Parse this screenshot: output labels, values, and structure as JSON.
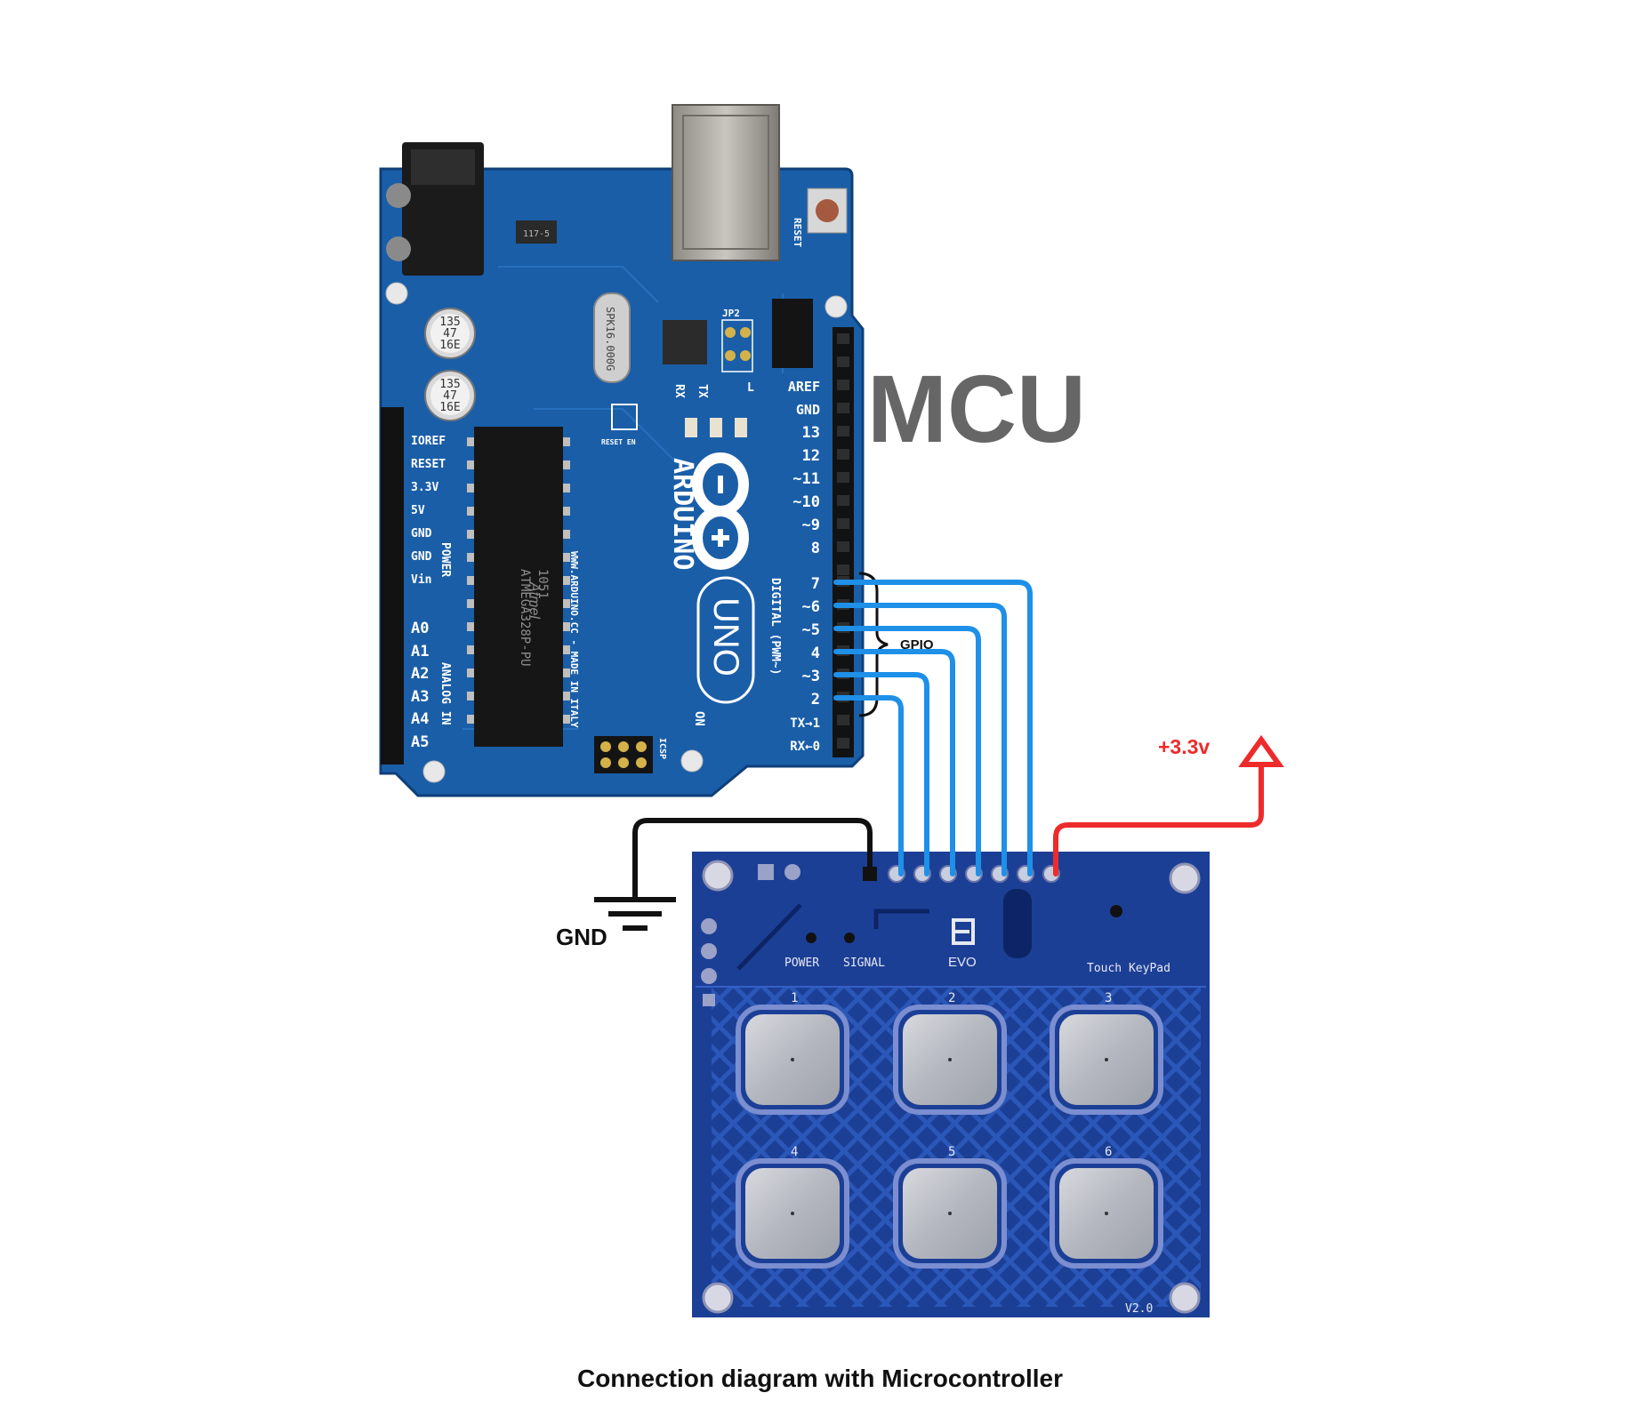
{
  "diagram": {
    "mcu_label": "MCU",
    "caption": "Connection diagram with Microcontroller",
    "gpio_label": "GPIO",
    "vcc_label": "+3.3v",
    "gnd_label": "GND",
    "colors": {
      "gpio_wire": "#1e90e8",
      "vcc_wire": "#ee2b2b",
      "gnd_wire": "#111111",
      "board_blue": "#1a5ea8",
      "keypad_blue": "#1c3f96",
      "pad_metal": "#b9bcc4"
    }
  },
  "arduino": {
    "brand": "ARDUINO",
    "model": "UNO",
    "website": "WWW.ARDUINO.CC - MADE IN ITALY",
    "chip": "ATMEGA328P-PU",
    "chip_brand": "Atmel",
    "chip_code": "1051",
    "crystal": "SPK16.000G",
    "regulator": "117-5",
    "cap_text": [
      "135",
      "47",
      "16E"
    ],
    "reset_label": "RESET",
    "reset_en": "RESET EN",
    "jp2": "JP2",
    "icsp": "ICSP",
    "on": "ON",
    "tx_label": "TX",
    "rx_label": "RX",
    "l_label": "L",
    "digital_label": "DIGITAL (PWM~)",
    "power_label": "POWER",
    "analog_label": "ANALOG IN",
    "power_pins": [
      "IOREF",
      "RESET",
      "3.3V",
      "5V",
      "GND",
      "GND",
      "Vin"
    ],
    "analog_pins": [
      "A0",
      "A1",
      "A2",
      "A3",
      "A4",
      "A5"
    ],
    "digital_pins_top": [
      "AREF",
      "GND",
      "13",
      "12",
      "~11",
      "~10",
      "~9",
      "8"
    ],
    "digital_pins_bottom": [
      "7",
      "~6",
      "~5",
      "4",
      "~3",
      "2",
      "TX→1",
      "RX←0"
    ]
  },
  "keypad": {
    "title": "Touch KeyPad",
    "brand": "EVO",
    "version": "V2.0",
    "power_led": "POWER",
    "signal_led": "SIGNAL",
    "keys": [
      "1",
      "2",
      "3",
      "4",
      "5",
      "6"
    ]
  }
}
